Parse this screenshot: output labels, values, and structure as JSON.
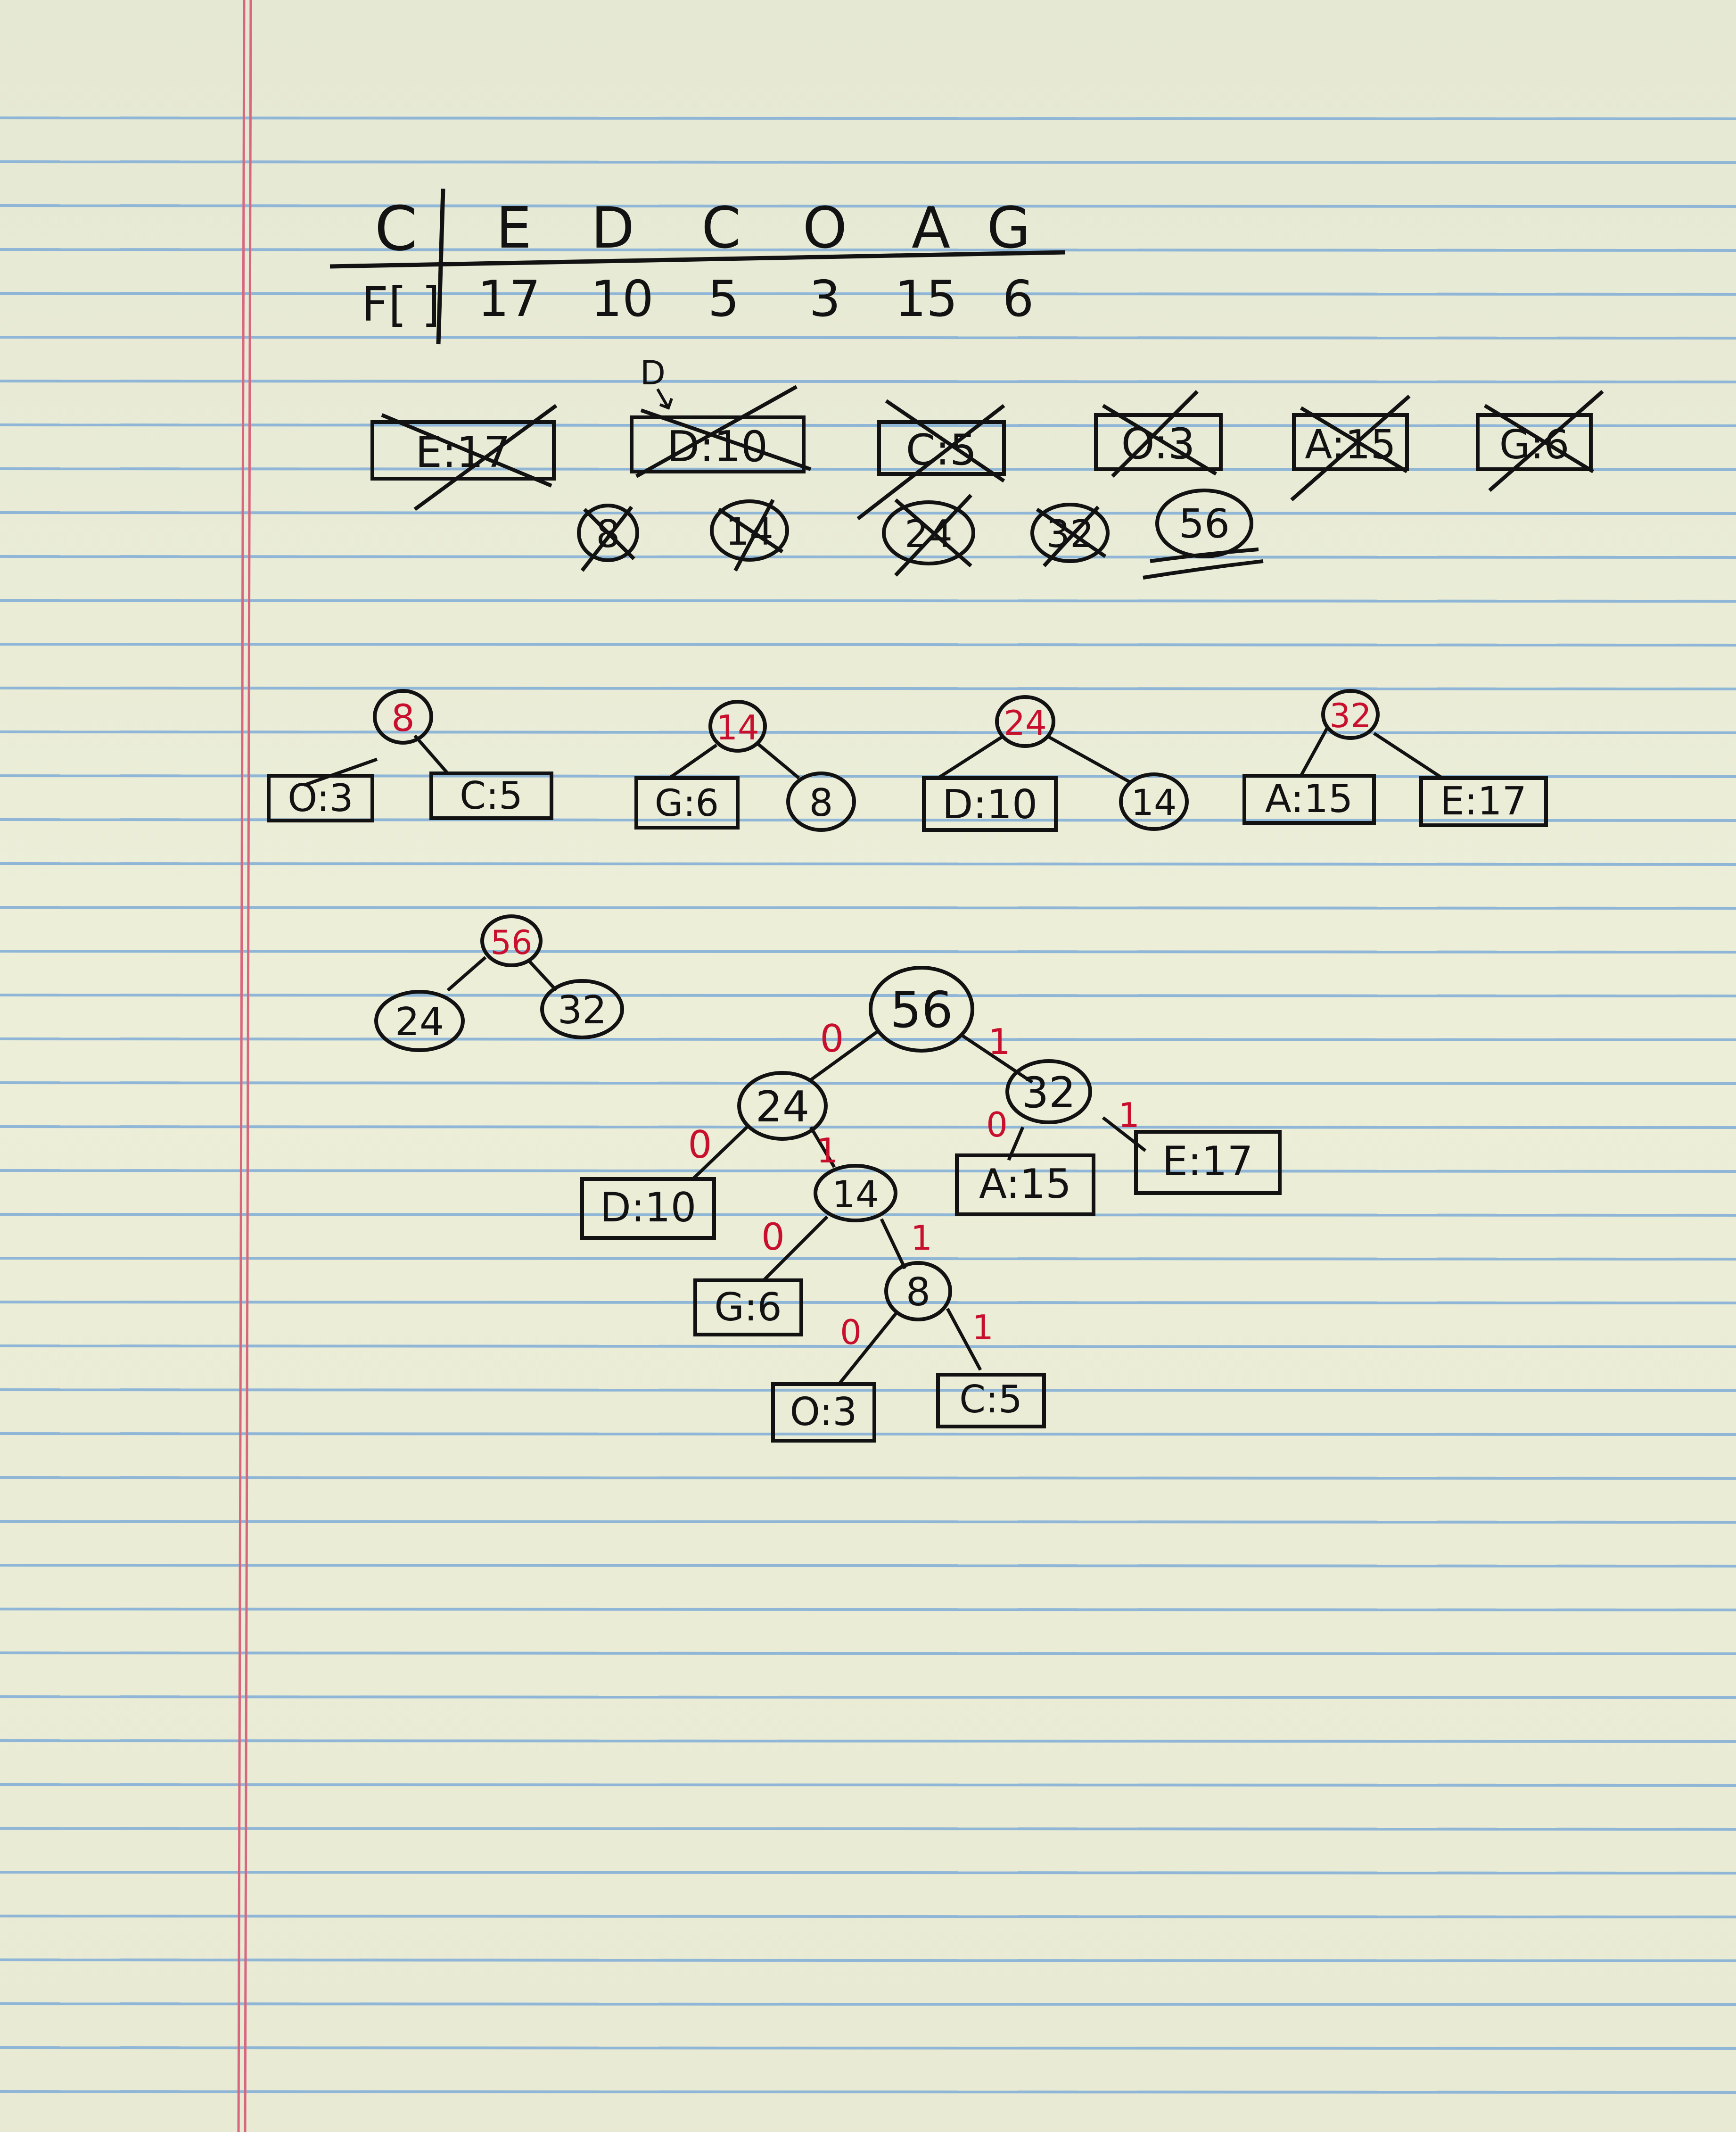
{
  "colors": {
    "paper": "#e9ead6",
    "rule_line": "#8fb6d6",
    "margin_line": "#d9667f",
    "ink": "#121212",
    "red_ink": "#c8102e"
  },
  "frequency_table": {
    "row1_label": "C",
    "row2_label": "F[ ]",
    "symbols": [
      "E",
      "D",
      "C",
      "O",
      "A",
      "G"
    ],
    "frequencies": [
      "17",
      "10",
      "5",
      "3",
      "15",
      "6"
    ]
  },
  "queue": {
    "insert_mark": "D",
    "boxes": [
      {
        "label": "E:17",
        "crossed": true
      },
      {
        "label": "D:10",
        "crossed": true
      },
      {
        "label": "C:5",
        "crossed": true
      },
      {
        "label": "O:3",
        "crossed": true
      },
      {
        "label": "A:15",
        "crossed": true
      },
      {
        "label": "G:6",
        "crossed": true
      }
    ],
    "circles": [
      {
        "label": "8",
        "crossed": true
      },
      {
        "label": "14",
        "crossed": true
      },
      {
        "label": "24",
        "crossed": true
      },
      {
        "label": "32",
        "crossed": true
      },
      {
        "label": "56",
        "crossed": false
      }
    ]
  },
  "subtrees": [
    {
      "root": "8",
      "left": "O:3",
      "right": "C:5"
    },
    {
      "root": "14",
      "left": "G:6",
      "right": "8"
    },
    {
      "root": "24",
      "left": "D:10",
      "right": "14"
    },
    {
      "root": "32",
      "left": "A:15",
      "right": "E:17"
    },
    {
      "root": "56",
      "left": "24",
      "right": "32"
    }
  ],
  "final_tree": {
    "nodes": {
      "root": "56",
      "n24": "24",
      "n32": "32",
      "n14": "14",
      "n8": "8",
      "leaf_d": "D:10",
      "leaf_a": "A:15",
      "leaf_e": "E:17",
      "leaf_g": "G:6",
      "leaf_o": "O:3",
      "leaf_c": "C:5"
    },
    "edge_labels": {
      "root_left": "0",
      "root_right": "1",
      "n24_left": "0",
      "n24_right": "1",
      "n32_left": "0",
      "n32_right": "1",
      "n14_left": "0",
      "n14_right": "1",
      "n8_left": "0",
      "n8_right": "1"
    }
  }
}
